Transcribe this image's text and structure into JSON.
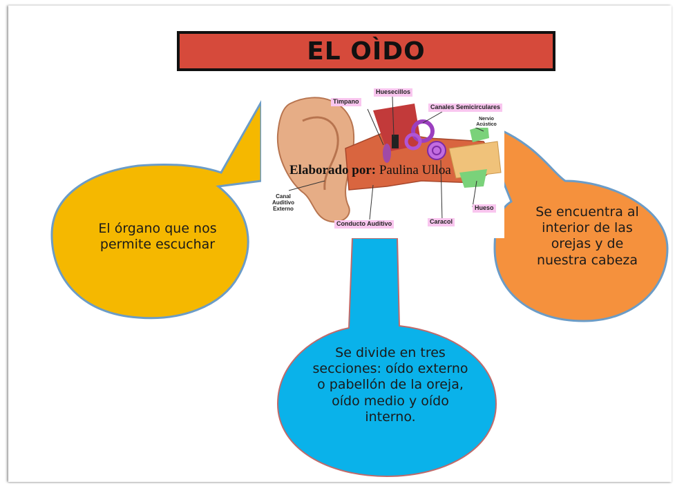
{
  "title": "EL OÌDO",
  "credit": {
    "label": "Elaborado por:",
    "name": "Paulina Ulloa"
  },
  "bubbles": {
    "left": "El órgano que nos permite escuchar",
    "right": "Se encuentra al interior de las orejas y de nuestra cabeza",
    "bottom": "Se divide en tres secciones: oído externo o pabellón de la oreja, oído medio y oído interno."
  },
  "ear_labels": {
    "huesecillos": "Huesecillos",
    "timpano": "Tìmpano",
    "canales": "Canales Semicirculares",
    "nervio": "Nervio Acústico",
    "canal_auditivo": "Canal Auditivo Externo",
    "conducto": "Conducto Auditivo",
    "caracol": "Caracol",
    "hueso": "Hueso"
  },
  "colors": {
    "title_bg": "#d64a3b",
    "left_bubble": "#f5b800",
    "right_bubble": "#f5913d",
    "bottom_bubble": "#0ab2ea",
    "bubble_outline": "#6b9cc7",
    "label_bg": "#f9c6ef"
  }
}
